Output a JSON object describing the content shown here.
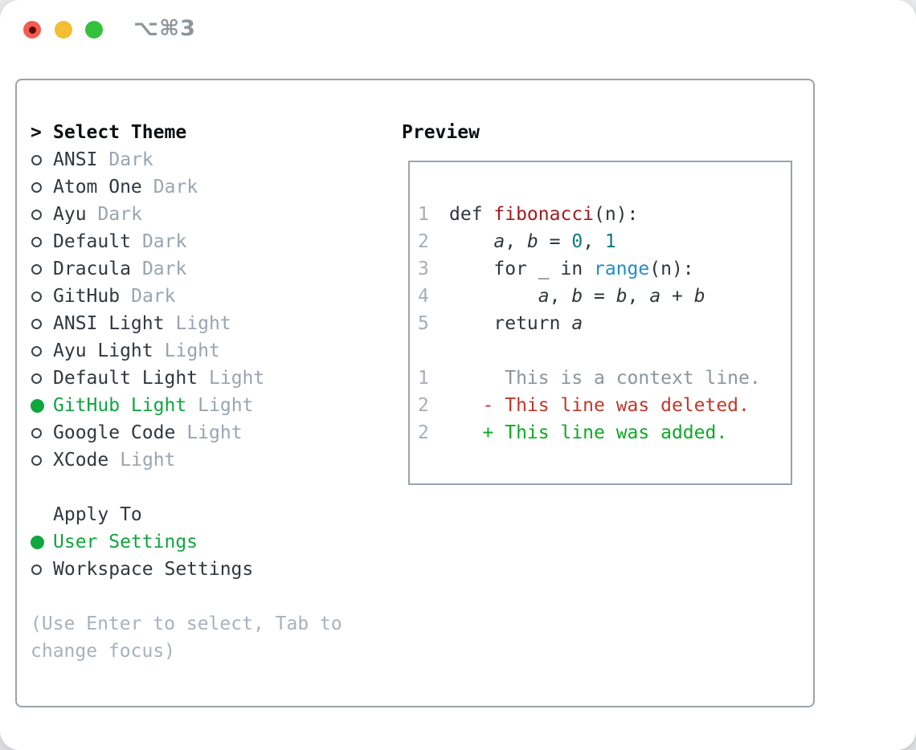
{
  "window": {
    "shortcut_label": "⌥⌘3",
    "traffic_lights": [
      "close",
      "minimize",
      "zoom"
    ]
  },
  "colors": {
    "accent_green": "#0fa63e",
    "added_green": "#0bab24",
    "deleted_red": "#c0382a",
    "context_gray": "#8d949c",
    "muted_gray": "#9aa4b0",
    "hint_gray": "#a9b1bb",
    "line_number_gray": "#a4aeb9",
    "text_dark": "#30373e",
    "header_black": "#0b0e12",
    "border_gray": "#9aa3ad",
    "code_fg": "#2f363d",
    "code_function_red": "#a21b22",
    "code_number_teal": "#10787f",
    "code_call_blue": "#208dc9",
    "traffic_red": "#f15c4f",
    "traffic_red_dot": "#5c0b03",
    "traffic_yellow": "#f5bd33",
    "traffic_green": "#33c13c",
    "title_gray": "#8e959b"
  },
  "theme_picker": {
    "header": {
      "prompt": ">",
      "label": "Select Theme"
    },
    "themes": [
      {
        "name": "ANSI",
        "variant": "Dark",
        "selected": false
      },
      {
        "name": "Atom One",
        "variant": "Dark",
        "selected": false
      },
      {
        "name": "Ayu",
        "variant": "Dark",
        "selected": false
      },
      {
        "name": "Default",
        "variant": "Dark",
        "selected": false
      },
      {
        "name": "Dracula",
        "variant": "Dark",
        "selected": false
      },
      {
        "name": "GitHub",
        "variant": "Dark",
        "selected": false
      },
      {
        "name": "ANSI Light",
        "variant": "Light",
        "selected": false
      },
      {
        "name": "Ayu Light",
        "variant": "Light",
        "selected": false
      },
      {
        "name": "Default Light",
        "variant": "Light",
        "selected": false
      },
      {
        "name": "GitHub Light",
        "variant": "Light",
        "selected": true
      },
      {
        "name": "Google Code",
        "variant": "Light",
        "selected": false
      },
      {
        "name": "XCode",
        "variant": "Light",
        "selected": false
      }
    ],
    "apply_to": {
      "label": "Apply To",
      "options": [
        {
          "label": "User Settings",
          "selected": true
        },
        {
          "label": "Workspace Settings",
          "selected": false
        }
      ]
    },
    "hint": "(Use Enter to select, Tab to change focus)"
  },
  "preview": {
    "label": "Preview",
    "code_lines": [
      {
        "num": "1",
        "segments": [
          {
            "t": "def ",
            "s": "fg"
          },
          {
            "t": "fibonacci",
            "s": "func"
          },
          {
            "t": "(n):",
            "s": "fg"
          }
        ]
      },
      {
        "num": "2",
        "segments": [
          {
            "t": "    ",
            "s": "fg"
          },
          {
            "t": "a",
            "s": "var"
          },
          {
            "t": ", ",
            "s": "fg"
          },
          {
            "t": "b",
            "s": "var"
          },
          {
            "t": " = ",
            "s": "fg"
          },
          {
            "t": "0",
            "s": "num"
          },
          {
            "t": ", ",
            "s": "fg"
          },
          {
            "t": "1",
            "s": "num"
          }
        ]
      },
      {
        "num": "3",
        "segments": [
          {
            "t": "    for _ in ",
            "s": "fg"
          },
          {
            "t": "range",
            "s": "call"
          },
          {
            "t": "(n):",
            "s": "fg"
          }
        ]
      },
      {
        "num": "4",
        "segments": [
          {
            "t": "        ",
            "s": "fg"
          },
          {
            "t": "a",
            "s": "var"
          },
          {
            "t": ", ",
            "s": "fg"
          },
          {
            "t": "b",
            "s": "var"
          },
          {
            "t": " = ",
            "s": "fg"
          },
          {
            "t": "b",
            "s": "var"
          },
          {
            "t": ", ",
            "s": "fg"
          },
          {
            "t": "a",
            "s": "var"
          },
          {
            "t": " + ",
            "s": "fg"
          },
          {
            "t": "b",
            "s": "var"
          }
        ]
      },
      {
        "num": "5",
        "segments": [
          {
            "t": "    return ",
            "s": "fg"
          },
          {
            "t": "a",
            "s": "var"
          }
        ]
      }
    ],
    "diff_lines": [
      {
        "num": "1",
        "segments": [
          {
            "t": "     This is a context line.",
            "s": "ctx"
          }
        ]
      },
      {
        "num": "2",
        "segments": [
          {
            "t": "   ",
            "s": "fg"
          },
          {
            "t": "- This line was deleted.",
            "s": "del"
          }
        ]
      },
      {
        "num": "2",
        "segments": [
          {
            "t": "   ",
            "s": "fg"
          },
          {
            "t": "+ This line was added.",
            "s": "add"
          }
        ]
      }
    ]
  }
}
